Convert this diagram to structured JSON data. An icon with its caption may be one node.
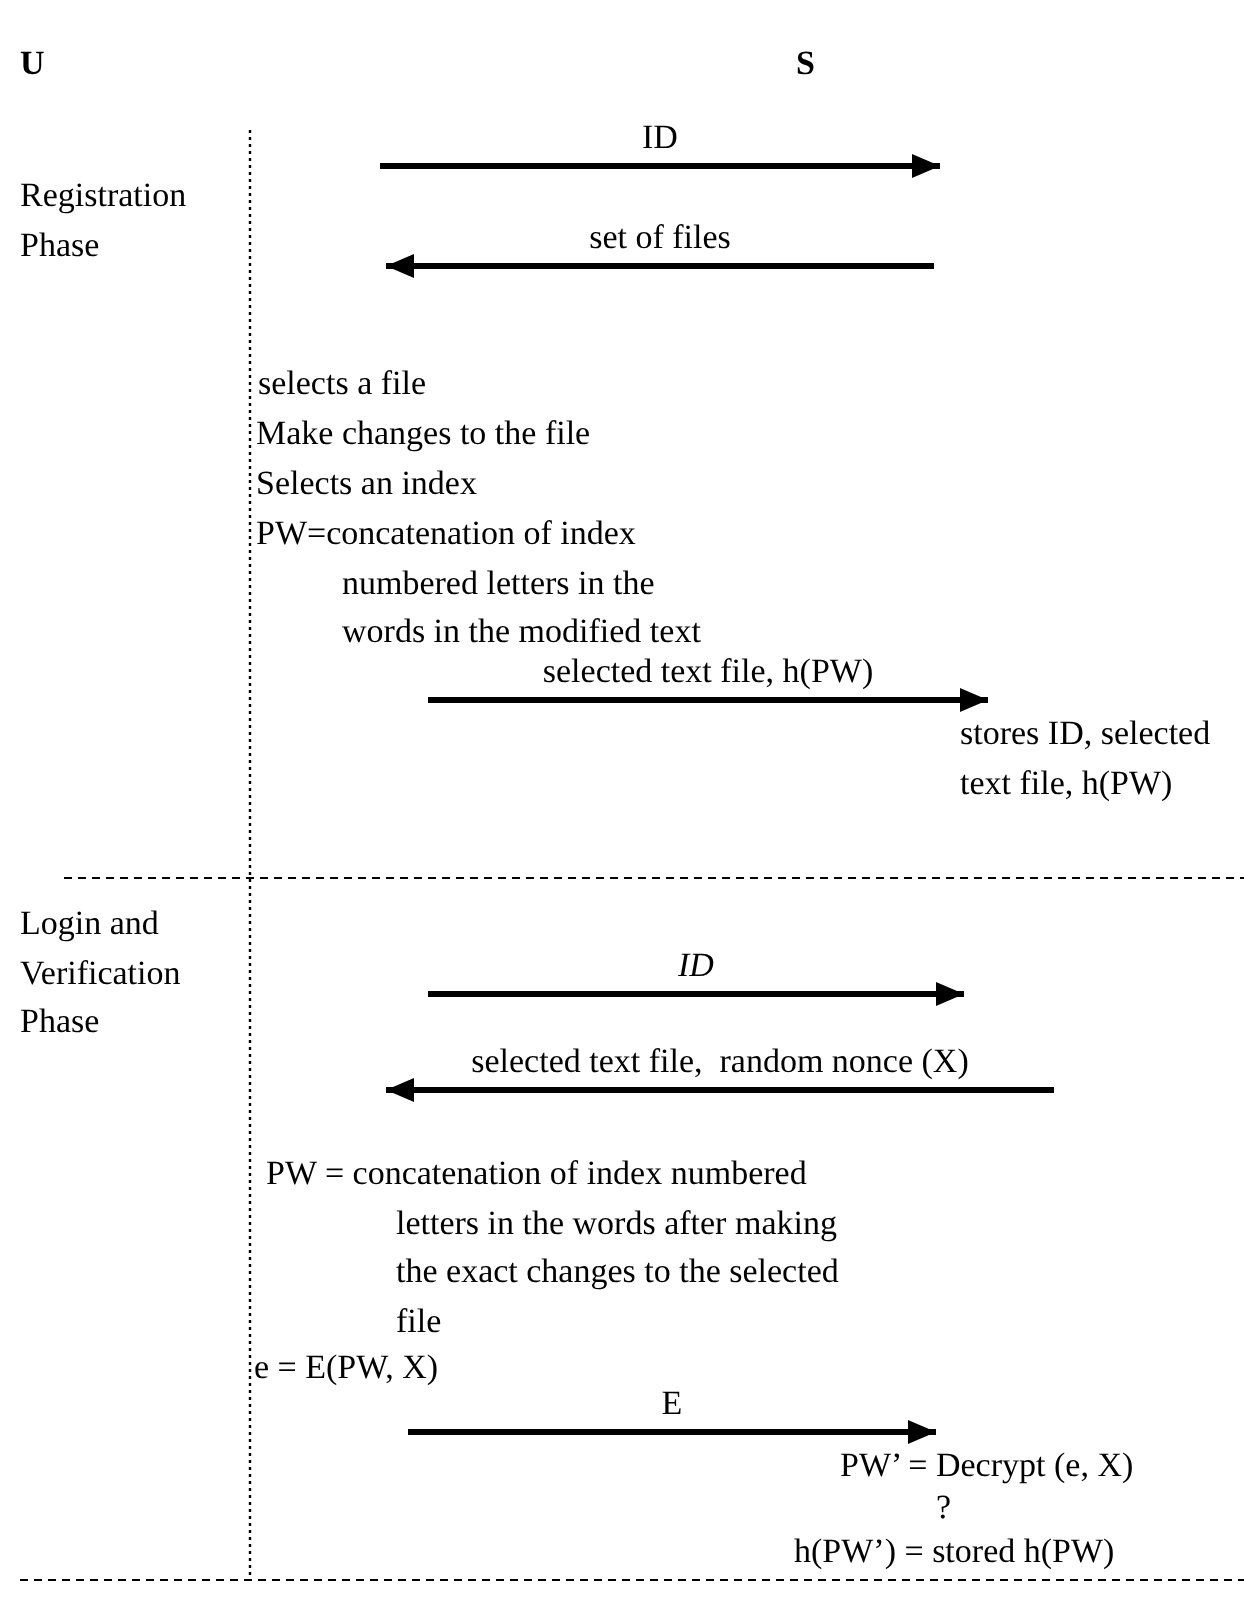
{
  "diagram": {
    "nodes": [
      {
        "text": [
          "stores ID, selected text file, h(PW)"
        ]
      },
      {
        "text": [
          "PW’ = Decrypt (e, X)"
        ]
      }
    ],
    "edges": [
      {
        "from": null,
        "to": 0,
        "arrow": "to",
        "label": "selected text file, h(PW)"
      },
      {
        "from": null,
        "to": 1,
        "arrow": "to",
        "label": "E"
      }
    ],
    "labels": [
      "U",
      "S",
      "ID",
      "Registration Phase",
      "set of files",
      "selects a file",
      "Make changes to the file",
      "Selects an index",
      "PW=concatenation of index numbered letters in the words in the modified text",
      "Login and Verification Phase",
      "ID",
      "selected text file,  random nonce (X)",
      "PW = concatenation of index numbered letters in the words after making the exact changes to the selected file",
      "e = E(PW, X)",
      "?",
      "h(PW’) = stored h(PW)"
    ]
  }
}
